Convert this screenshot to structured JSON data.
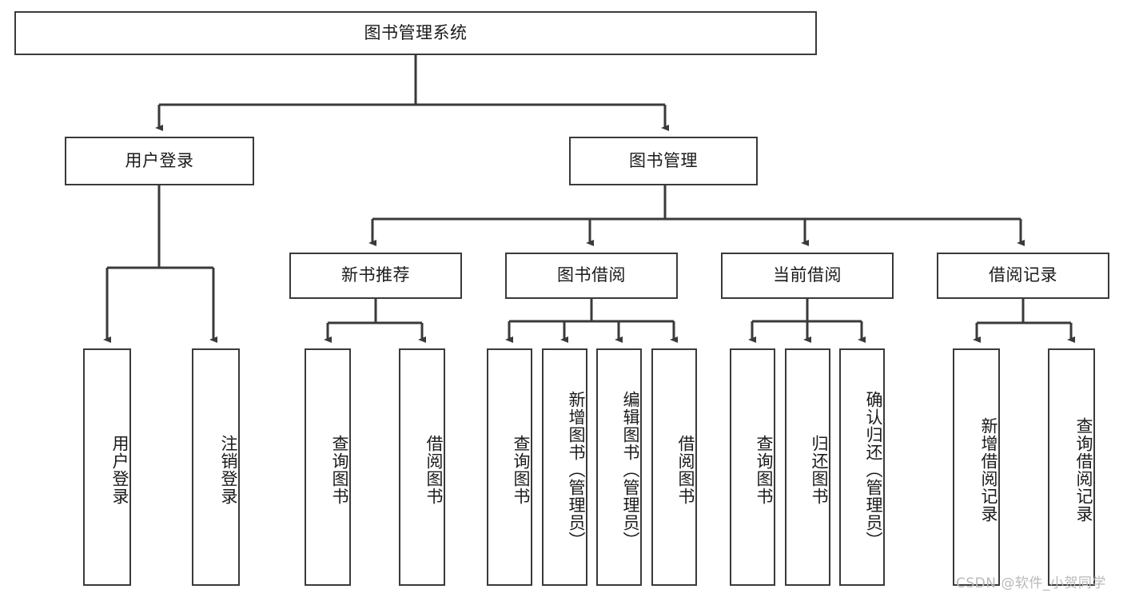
{
  "diagram": {
    "title": "图书管理系统",
    "type": "hierarchy-tree",
    "watermark": "CSDN @软件_小贺同学",
    "colors": {
      "box_border": "#3a3a3a",
      "box_fill": "#ffffff",
      "connector": "#3a3a3a",
      "text": "#1a1a1a",
      "watermark": "#b9b9b9"
    },
    "root": {
      "label": "图书管理系统"
    },
    "level2": [
      {
        "label": "用户登录"
      },
      {
        "label": "图书管理"
      }
    ],
    "level3": [
      {
        "label": "新书推荐"
      },
      {
        "label": "图书借阅"
      },
      {
        "label": "当前借阅"
      },
      {
        "label": "借阅记录"
      }
    ],
    "leaves": {
      "user_login": [
        {
          "label": "用户登录"
        },
        {
          "label": "注销登录"
        }
      ],
      "new_book_recommend": [
        {
          "label": "查询图书"
        },
        {
          "label": "借阅图书"
        }
      ],
      "book_borrow": [
        {
          "label": "查询图书"
        },
        {
          "label": "新增图书（管理员）"
        },
        {
          "label": "编辑图书（管理员）"
        },
        {
          "label": "借阅图书"
        }
      ],
      "current_borrow": [
        {
          "label": "查询图书"
        },
        {
          "label": "归还图书"
        },
        {
          "label": "确认归还（管理员）"
        }
      ],
      "borrow_record": [
        {
          "label": "新增借阅记录"
        },
        {
          "label": "查询借阅记录"
        }
      ]
    }
  }
}
